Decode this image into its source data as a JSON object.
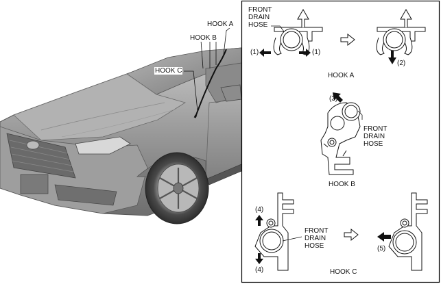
{
  "car_callouts": {
    "hook_a": "HOOK A",
    "hook_b": "HOOK B",
    "hook_c": "HOOK C"
  },
  "panel": {
    "hook_a": {
      "hose_label_lines": [
        "FRONT",
        "DRAIN",
        "HOSE"
      ],
      "step_left": "(1)",
      "step_right": "(1)",
      "step_down": "(2)",
      "caption": "HOOK A"
    },
    "hook_b": {
      "step_up": "(3)",
      "hose_label_lines": [
        "FRONT",
        "DRAIN",
        "HOSE"
      ],
      "caption": "HOOK B"
    },
    "hook_c": {
      "step_up": "(4)",
      "step_down": "(4)",
      "hose_label_lines": [
        "FRONT",
        "DRAIN",
        "HOSE"
      ],
      "step_left": "(5)",
      "caption": "HOOK C"
    }
  },
  "colors": {
    "ink": "#111111",
    "car_body": "#8f8f8f",
    "car_dark": "#555555",
    "panel_border": "#000000"
  }
}
